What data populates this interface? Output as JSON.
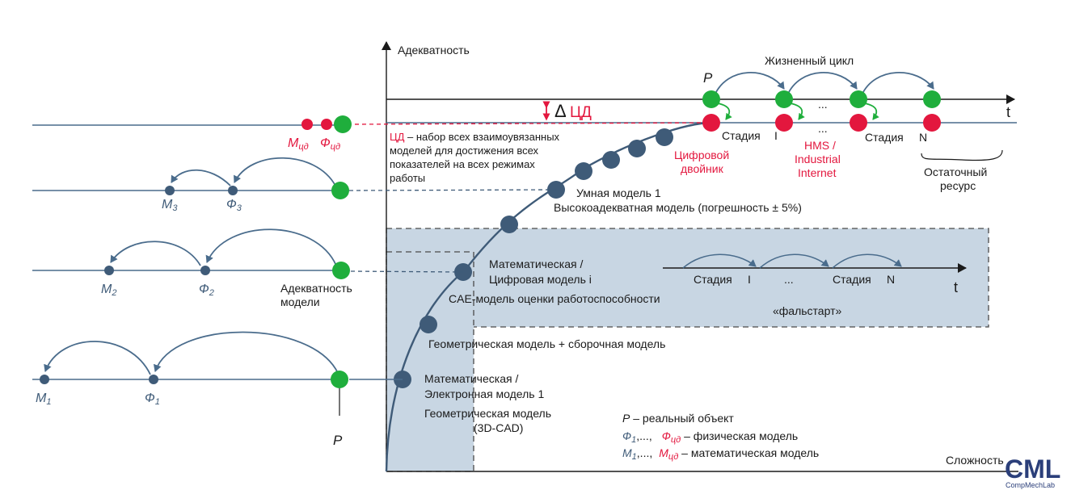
{
  "axes": {
    "y_label": "Адекватность",
    "x_label": "Сложность",
    "t_top": "t",
    "t_box": "t"
  },
  "top": {
    "P": "P",
    "lifecycle": "Жизненный цикл",
    "dots": "...",
    "dots2": "...",
    "stage1": "Стадия",
    "stage1_num": "I",
    "stageN": "Стадия",
    "stageN_num": "N",
    "residual": "Остаточный ресурс",
    "residual_1": "Остаточный",
    "residual_2": "ресурс",
    "hms_1": "HMS /",
    "hms_2": "Industrial",
    "hms_3": "Internet",
    "dt_1": "Цифровой",
    "dt_2": "двойник"
  },
  "delta": {
    "symbol": "Δ",
    "sub": "ЦД"
  },
  "cd_definition": {
    "term": "ЦД",
    "line1": " – набор всех взаимоувязанных",
    "line2": "моделей для достижения всех",
    "line3": "показателей на всех режимах",
    "line4": "работы"
  },
  "curve_labels": {
    "smart": "Умная модель 1",
    "high": "Высокоадекватная модель (погрешность ± 5%)",
    "math1": "Математическая /",
    "math2": "Цифровая модель i",
    "cae": "CAE-модель оценки работоспособности",
    "geom_asm": "Геометрическая модель + сборочная модель",
    "e_math": "Математическая    /",
    "e_model": "Электронная модель 1",
    "geom3d_1": "Геометрическая модель",
    "geom3d_2": "(3D-CAD)"
  },
  "box": {
    "stage1": "Стадия",
    "stage1_num": "I",
    "dots": "...",
    "stageN": "Стадия",
    "stageN_num": "N",
    "falstart": "«фальстарт»"
  },
  "left": {
    "m_cd": "М",
    "m_cd_sub": "цд",
    "f_cd": "Ф",
    "f_cd_sub": "цд",
    "m3": "M",
    "m3_sub": "3",
    "f3": "Ф",
    "f3_sub": "3",
    "m2": "M",
    "m2_sub": "2",
    "f2": "Ф",
    "f2_sub": "2",
    "adeq_1": "Адекватность",
    "adeq_2": "модели",
    "m1": "M",
    "m1_sub": "1",
    "f1": "Ф",
    "f1_sub": "1",
    "P": "P"
  },
  "legend": {
    "p_sym": "P",
    "p_text": " – реальный объект",
    "f_sym": "Ф",
    "f_sub1": "1",
    "f_mid": ",...,",
    "f_cd": "Ф",
    "f_cd_sub": "цд",
    "f_text": " – физическая модель",
    "m_sym": "М",
    "m_sub1": "1",
    "m_mid": ",...,",
    "m_cd": "М",
    "m_cd_sub": "цд",
    "m_text": " – математическая модель"
  },
  "logo": {
    "main": "CML",
    "sub": "CompMechLab"
  },
  "colors": {
    "blue_dot": "#3f5b78",
    "green": "#1fae3c",
    "red": "#e3173e",
    "box_fill": "#c8d6e3",
    "line": "#4a6c8c"
  }
}
